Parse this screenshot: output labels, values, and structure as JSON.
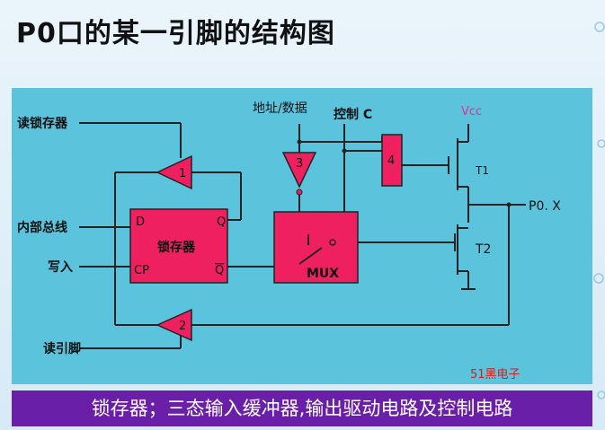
{
  "slide": {
    "title": "P0口的某一引脚的结构图",
    "caption": "锁存器；三态输入缓冲器,输出驱动电路及控制电路",
    "watermark": "51黑电子"
  },
  "diagram": {
    "labels": {
      "read_latch": "读锁存器",
      "internal_bus": "内部总线",
      "write": "写入",
      "read_pin": "读引脚",
      "addr_data": "地址/数据",
      "control": "控制 C",
      "vcc": "Vcc",
      "output": "P0. X",
      "latch_name": "锁存器",
      "latch_d": "D",
      "latch_q": "Q",
      "latch_cp": "CP",
      "latch_qbar": "Q",
      "mux": "MUX",
      "buffer1": "1",
      "buffer2": "2",
      "gate3": "3",
      "gate4": "4",
      "t1": "T1",
      "t2": "T2"
    },
    "colors": {
      "component": "#ee2060",
      "wire": "#222222",
      "panel": "#5cc3dd",
      "caption_bg": "#6a1fa8",
      "vcc": "#e0308a",
      "watermark": "#d02020"
    }
  }
}
